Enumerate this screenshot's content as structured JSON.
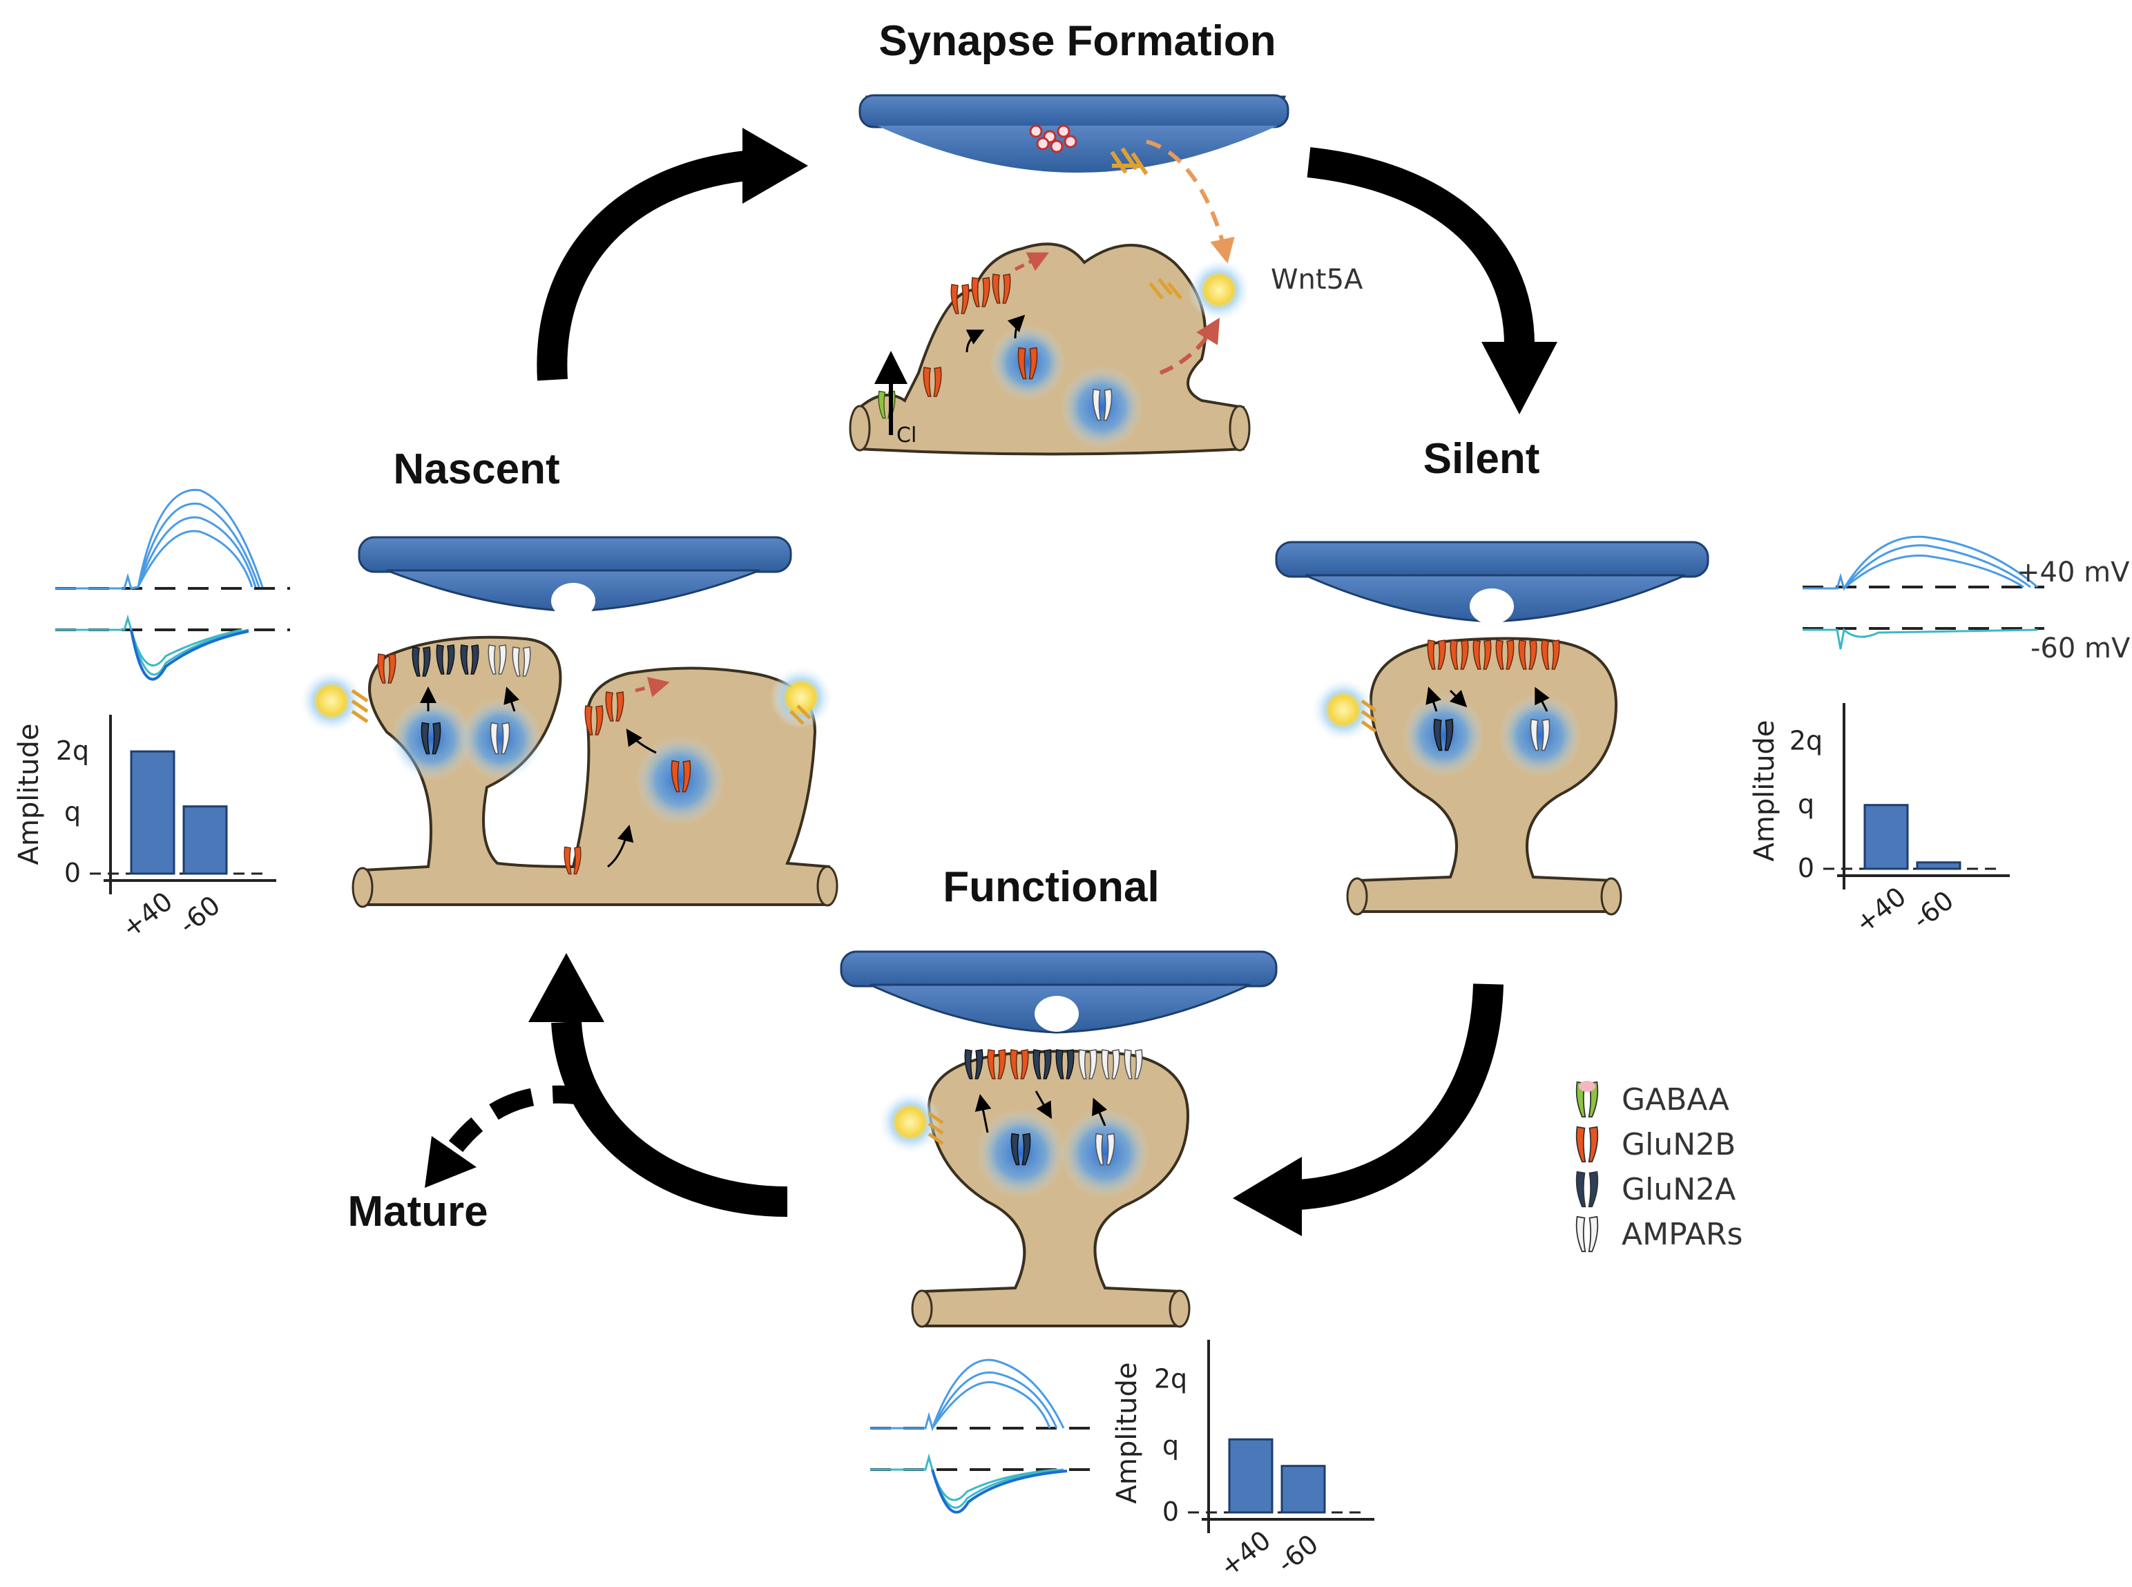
{
  "titles": {
    "synapse_formation": "Synapse Formation",
    "silent": "Silent",
    "nascent": "Nascent",
    "functional": "Functional",
    "mature": "Mature"
  },
  "labels": {
    "wnt5a": "Wnt5A",
    "cl": "Cl",
    "plus40mv": "+40 mV",
    "minus60mv": "-60 mV"
  },
  "legend": {
    "items": [
      {
        "name": "GABAA",
        "color": "#8cc43f",
        "accent": "#f4b6c2"
      },
      {
        "name": "GluN2B",
        "color": "#e8541e",
        "accent": "#e8541e"
      },
      {
        "name": "GluN2A",
        "color": "#2c3e58",
        "accent": "#2c3e58"
      },
      {
        "name": "AMPARs",
        "color": "#f2f2f2",
        "accent": "#f2f2f2"
      }
    ]
  },
  "colors": {
    "presynaptic": "#3e6eae",
    "spine": "#d2b98f",
    "spine_outline": "#3a3020",
    "arrow": "#000000",
    "bar": "#4a78b8",
    "trace_pos": "#4a9be6",
    "trace_neg": "#3cb8c8",
    "wnt": "#f5d442",
    "trafficking": "#c9574a",
    "orange_dash": "#e89a5a"
  },
  "chart_data": [
    {
      "type": "bar",
      "panel": "nascent",
      "categories": [
        "+40",
        "-60"
      ],
      "values": [
        2,
        1.1
      ],
      "ylabel": "Amplitude",
      "yticks": [
        "0",
        "q",
        "2q"
      ],
      "ylim": [
        0,
        2.6
      ]
    },
    {
      "type": "bar",
      "panel": "silent",
      "categories": [
        "+40",
        "-60"
      ],
      "values": [
        1,
        0.1
      ],
      "ylabel": "Amplitude",
      "yticks": [
        "0",
        "q",
        "2q"
      ],
      "ylim": [
        0,
        2.6
      ]
    },
    {
      "type": "bar",
      "panel": "functional",
      "categories": [
        "+40",
        "-60"
      ],
      "values": [
        1.1,
        0.7
      ],
      "ylabel": "Amplitude",
      "yticks": [
        "0",
        "q",
        "2q"
      ],
      "ylim": [
        0,
        2.6
      ]
    }
  ]
}
